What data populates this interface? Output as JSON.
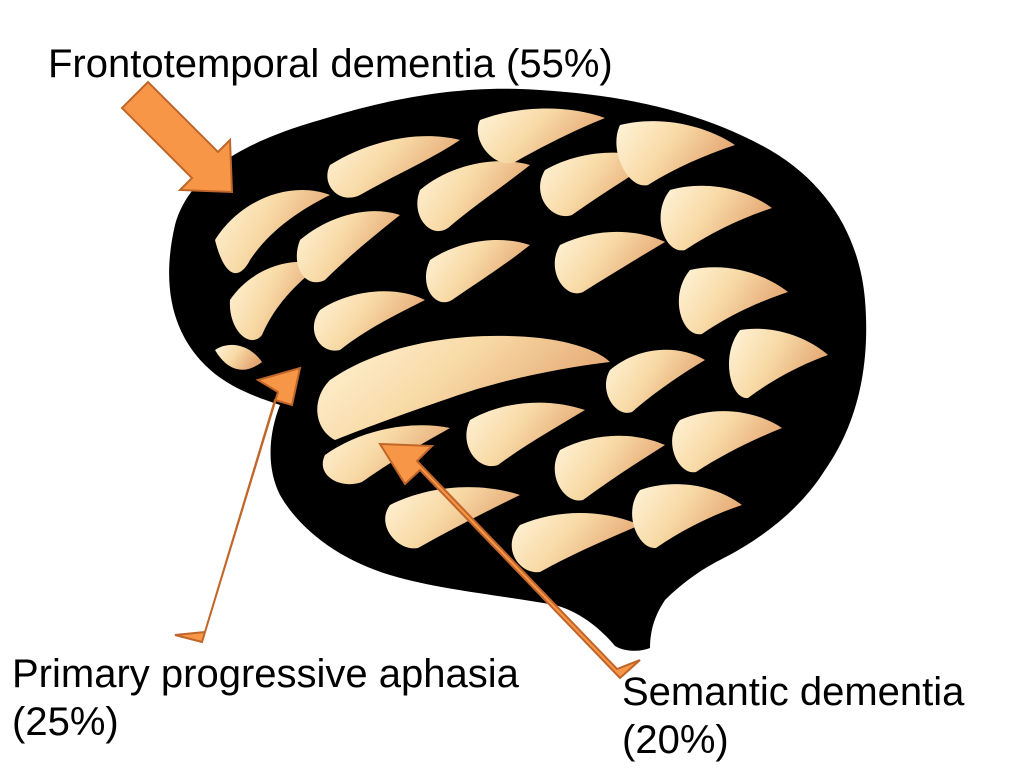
{
  "labels": {
    "frontotemporal": {
      "line1": "Frontotemporal dementia (55%)"
    },
    "primary_progressive": {
      "line1": "Primary progressive aphasia",
      "line2": "(25%)"
    },
    "semantic": {
      "line1": "Semantic dementia",
      "line2": "(20%)"
    }
  },
  "colors": {
    "arrow_fill": "#F79646",
    "arrow_stroke": "#C0662A",
    "brain_outline": "#000000",
    "gyri_light": "#FFF0CC",
    "gyri_mid": "#F8D9A0",
    "gyri_dark": "#E8B07A"
  },
  "icons": {
    "brain": "brain-illustration",
    "arrows": "orange-block-arrow"
  }
}
